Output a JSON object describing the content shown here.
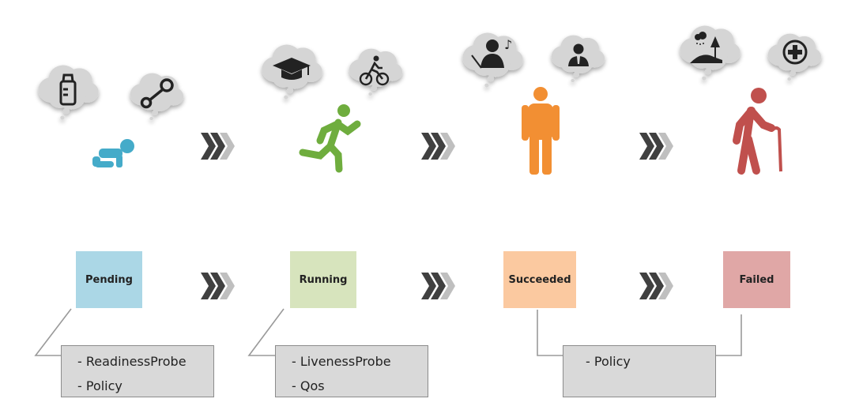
{
  "colors": {
    "pending": "#abd7e6",
    "running": "#d7e4bd",
    "succeeded": "#fbc9a0",
    "failed": "#e0a7a6",
    "baby": "#45abc9",
    "runner": "#6fad3e",
    "adult": "#f28f33",
    "elder": "#c0504d",
    "cloud": "#d5d5d5",
    "icon": "#222222",
    "chevron_dark": "#404040",
    "chevron_light": "#bfbfbf"
  },
  "icons": {
    "stage1": [
      "baby-bottle-icon",
      "rattle-icon",
      "crawling-baby-icon"
    ],
    "stage2": [
      "graduation-cap-icon",
      "cyclist-icon",
      "running-person-icon"
    ],
    "stage3": [
      "conductor-icon",
      "businessman-icon",
      "standing-person-icon"
    ],
    "stage4": [
      "landscape-icon",
      "medical-cross-icon",
      "elderly-person-icon"
    ],
    "arrows": "triple-chevron-icon"
  },
  "states": [
    {
      "label": "Pending"
    },
    {
      "label": "Running"
    },
    {
      "label": "Succeeded"
    },
    {
      "label": "Failed"
    }
  ],
  "notes": {
    "pending": [
      "- ReadinessProbe",
      "- Policy"
    ],
    "running": [
      "- LivenessProbe",
      "- Qos"
    ],
    "succeeded_failed": [
      "- Policy"
    ]
  }
}
